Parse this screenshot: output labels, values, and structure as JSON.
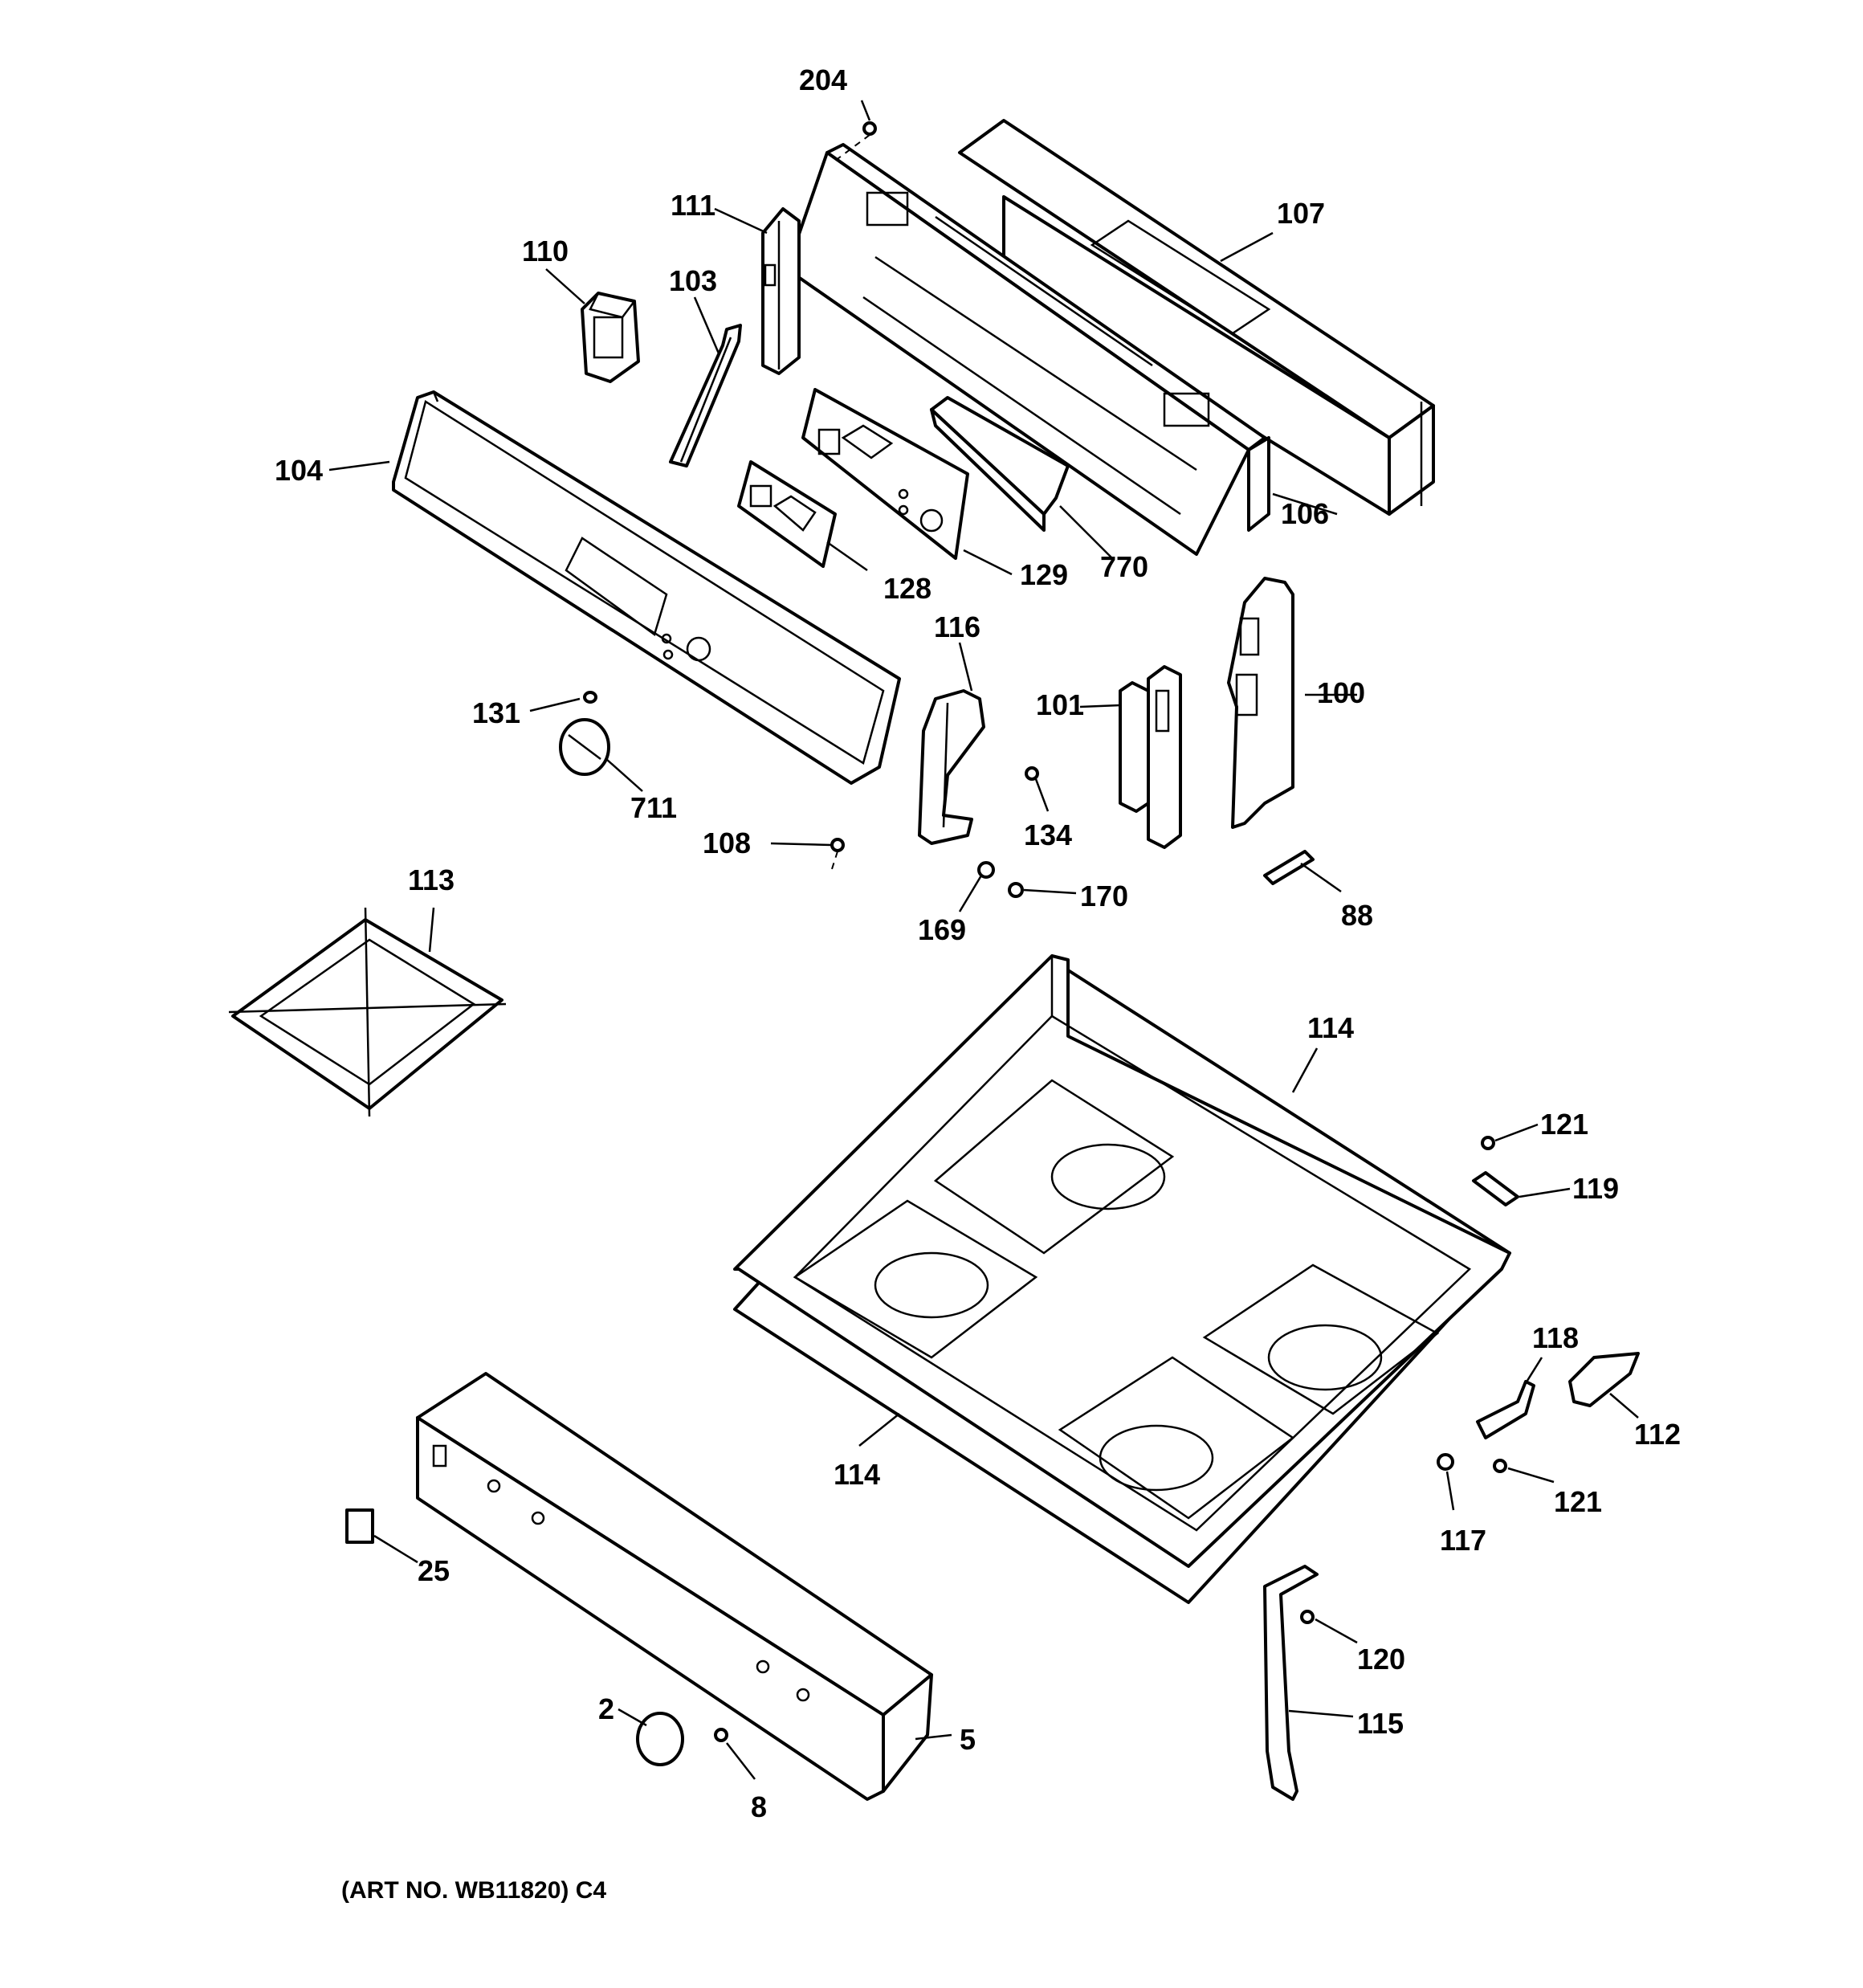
{
  "caption": "(ART NO. WB11820) C4",
  "callouts": [
    {
      "id": "c204",
      "label": "204"
    },
    {
      "id": "c107",
      "label": "107"
    },
    {
      "id": "c111",
      "label": "111"
    },
    {
      "id": "c110",
      "label": "110"
    },
    {
      "id": "c103",
      "label": "103"
    },
    {
      "id": "c104",
      "label": "104"
    },
    {
      "id": "c106",
      "label": "106"
    },
    {
      "id": "c128",
      "label": "128"
    },
    {
      "id": "c129",
      "label": "129"
    },
    {
      "id": "c770",
      "label": "770"
    },
    {
      "id": "c116",
      "label": "116"
    },
    {
      "id": "c100",
      "label": "100"
    },
    {
      "id": "c101",
      "label": "101"
    },
    {
      "id": "c131",
      "label": "131"
    },
    {
      "id": "c711",
      "label": "711"
    },
    {
      "id": "c134",
      "label": "134"
    },
    {
      "id": "c108",
      "label": "108"
    },
    {
      "id": "c170",
      "label": "170"
    },
    {
      "id": "c169",
      "label": "169"
    },
    {
      "id": "c88",
      "label": "88"
    },
    {
      "id": "c113",
      "label": "113"
    },
    {
      "id": "c114a",
      "label": "114"
    },
    {
      "id": "c121a",
      "label": "121"
    },
    {
      "id": "c119",
      "label": "119"
    },
    {
      "id": "c118",
      "label": "118"
    },
    {
      "id": "c112",
      "label": "112"
    },
    {
      "id": "c114b",
      "label": "114"
    },
    {
      "id": "c121b",
      "label": "121"
    },
    {
      "id": "c117",
      "label": "117"
    },
    {
      "id": "c25",
      "label": "25"
    },
    {
      "id": "c120",
      "label": "120"
    },
    {
      "id": "c115",
      "label": "115"
    },
    {
      "id": "c2",
      "label": "2"
    },
    {
      "id": "c5",
      "label": "5"
    },
    {
      "id": "c8",
      "label": "8"
    }
  ]
}
